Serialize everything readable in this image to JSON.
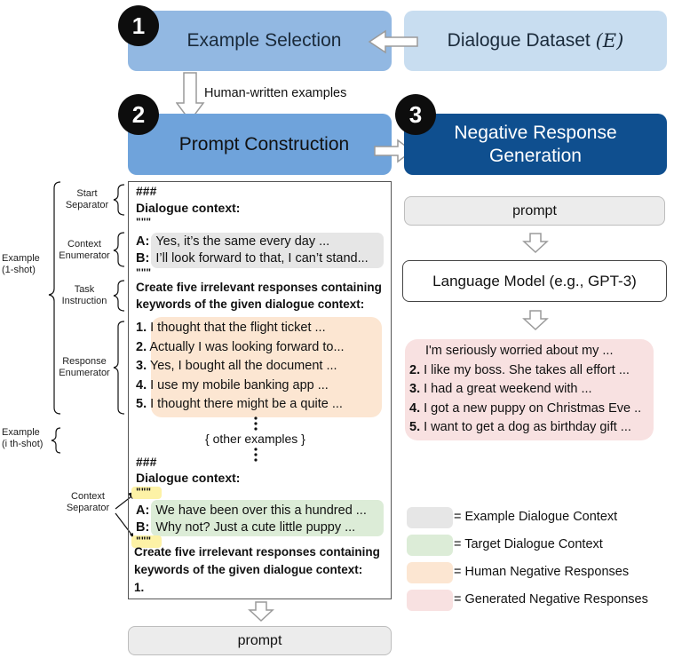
{
  "top": {
    "step1": "1",
    "step2": "2",
    "step3": "3",
    "example_selection": "Example Selection",
    "dialogue_dataset": "Dialogue Dataset",
    "dataset_symbol": "(E)",
    "human_written": "Human-written examples",
    "prompt_construction": "Prompt Construction",
    "neg_gen_line1": "Negative Response",
    "neg_gen_line2": "Generation"
  },
  "side_labels": {
    "start_sep_1": "Start",
    "start_sep_2": "Separator",
    "context_enum_1": "Context",
    "context_enum_2": "Enumerator",
    "task_instr_1": "Task",
    "task_instr_2": "Instruction",
    "resp_enum_1": "Response",
    "resp_enum_2": "Enumerator",
    "example1_1": "Example",
    "example1_2": "(1-shot)",
    "examplei_1": "Example",
    "examplei_2": "(i th-shot)",
    "context_sep_1": "Context",
    "context_sep_2": "Separator"
  },
  "prompt_panel": {
    "hash1": "###",
    "dialogue_context1": "Dialogue context:",
    "quote1": "\"\"\"",
    "ctx_a_label": "A:",
    "ctx_a_text": "Yes, it’s the same every day ...",
    "ctx_b_label": "B:",
    "ctx_b_text": "I’ll look forward to that, I can’t stand...",
    "quote2": "\"\"\"",
    "instruction1_line1": "Create five irrelevant responses containing",
    "instruction1_line2": "keywords of the given dialogue context:",
    "responses": [
      {
        "n": "1.",
        "text": "I thought that the flight ticket ..."
      },
      {
        "n": "2.",
        "text": "Actually I was looking forward to..."
      },
      {
        "n": "3.",
        "text": "Yes, I bought all the document ..."
      },
      {
        "n": "4.",
        "text": "I use my mobile banking app ..."
      },
      {
        "n": "5.",
        "text": "I thought there might be a quite ..."
      }
    ],
    "other_examples": "{ other examples }",
    "hash2": "###",
    "dialogue_context2": "Dialogue context:",
    "quote3": "\"\"\"",
    "tgt_a_label": "A:",
    "tgt_a_text": "We have been over this a hundred ...",
    "tgt_b_label": "B:",
    "tgt_b_text": "Why not? Just a cute little puppy ...",
    "quote4": "\"\"\"",
    "instruction2_line1": "Create five irrelevant responses containing",
    "instruction2_line2": "keywords of the given dialogue context:",
    "final_num": "1."
  },
  "bottom_prompt": "prompt",
  "right": {
    "prompt": "prompt",
    "language_model": "Language Model (e.g., GPT-3)",
    "generated": [
      {
        "n": "",
        "text": "I'm seriously worried about my ..."
      },
      {
        "n": "2.",
        "text": "I like my boss. She takes all effort ..."
      },
      {
        "n": "3.",
        "text": "I had a great weekend with ..."
      },
      {
        "n": "4.",
        "text": "I got a new puppy on Christmas Eve .."
      },
      {
        "n": "5.",
        "text": "I want to get a dog as birthday gift ..."
      }
    ]
  },
  "legend": [
    {
      "label": "= Example Dialogue Context",
      "color": "#e6e6e6"
    },
    {
      "label": "= Target Dialogue Context",
      "color": "#dcecd7"
    },
    {
      "label": "= Human Negative Responses",
      "color": "#fce6d2"
    },
    {
      "label": "= Generated Negative Responses",
      "color": "#f8e1e1"
    }
  ],
  "colors": {
    "step1_box": "#92b8e2",
    "dataset_box": "#c8ddf0",
    "step2_box": "#6fa3db",
    "step3_box": "#0f4f8f"
  }
}
